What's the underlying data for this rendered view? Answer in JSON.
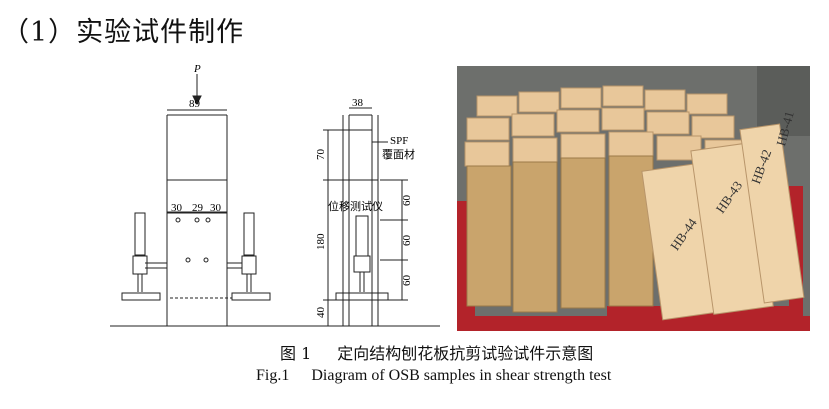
{
  "section_heading": "（1）实验试件制作",
  "figure": {
    "number_cn": "图 1",
    "caption_cn": "定向结构刨花板抗剪试验试件示意图",
    "number_en": "Fig.1",
    "caption_en": "Diagram of OSB samples in shear strength test"
  },
  "left_drawing": {
    "load_label": "P",
    "width_label": "89",
    "hole_spacing": [
      "30",
      "29",
      "30"
    ]
  },
  "right_drawing": {
    "width_label": "38",
    "spf_label": "SPF",
    "cover_label": "覆面材",
    "sensor_label": "位移测试仪",
    "height_labels": [
      "70",
      "180",
      "40"
    ],
    "side_labels": [
      "60",
      "60",
      "60"
    ]
  },
  "photo": {
    "sample_labels": [
      "HB-41",
      "HB-42",
      "HB-43",
      "HB-44"
    ],
    "colors": {
      "wood": "#e8c79a",
      "osb": "#c9a46c",
      "cart": "#b3232a",
      "background": "#6d6f6c"
    }
  }
}
